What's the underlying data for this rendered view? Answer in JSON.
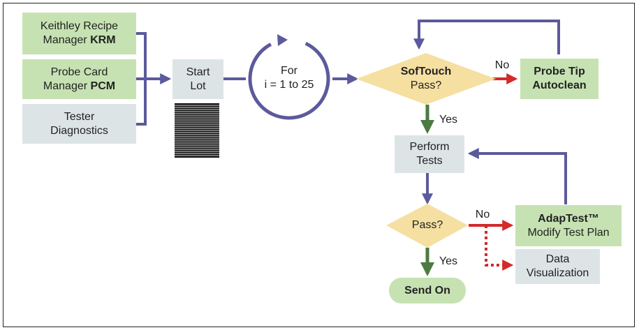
{
  "colors": {
    "green_box": "#c6e2b2",
    "gray_box": "#dde4e6",
    "diamond": "#f5e0a2",
    "arrow_blue": "#5c5a9c",
    "arrow_red": "#d32a2a",
    "arrow_green": "#4c7a42"
  },
  "inputs": {
    "krm": {
      "line1": "Keithley Recipe",
      "line2_plain": "Manager ",
      "line2_bold": "KRM"
    },
    "pcm": {
      "line1": "Probe Card",
      "line2_plain": "Manager ",
      "line2_bold": "PCM"
    },
    "tester": {
      "line1": "Tester",
      "line2": "Diagnostics"
    }
  },
  "start_lot": {
    "line1": "Start",
    "line2": "Lot"
  },
  "loop": {
    "line1": "For",
    "line2": "i = 1 to 25"
  },
  "softouch": {
    "line1": "SofTouch",
    "line2": "Pass?"
  },
  "probe_tip": {
    "line1": "Probe Tip",
    "line2": "Autoclean"
  },
  "perform_tests": {
    "line1": "Perform",
    "line2": "Tests"
  },
  "pass_check": {
    "label": "Pass?"
  },
  "adaptest": {
    "line1": "AdapTest™",
    "line2": "Modify Test Plan"
  },
  "data_viz": {
    "line1": "Data",
    "line2": "Visualization"
  },
  "send_on": {
    "label": "Send On"
  },
  "edge_labels": {
    "no_1": "No",
    "yes_1": "Yes",
    "no_2": "No",
    "yes_2": "Yes"
  }
}
